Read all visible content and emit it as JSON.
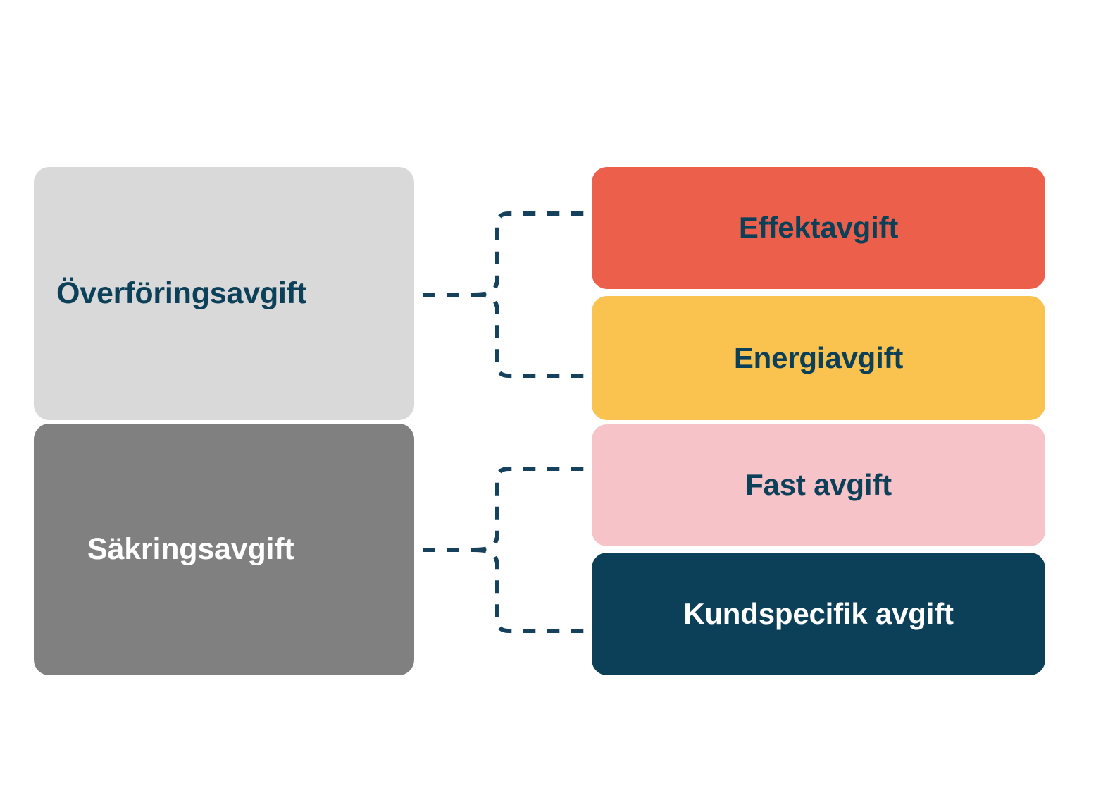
{
  "diagram": {
    "title_text": "",
    "background_color": "#ffffff",
    "connector_color": "#15415c",
    "connector_style": "dashed",
    "parents": [
      {
        "id": "overforingsavgift",
        "label": "Överföringsavgift",
        "fill_color": "#d9d9d9",
        "text_color": "#0c3f58"
      },
      {
        "id": "sakringsavgift",
        "label": "Säkringsavgift",
        "fill_color": "#808080",
        "text_color": "#ffffff"
      }
    ],
    "children": [
      {
        "id": "effektavgift",
        "label": "Effektavgift",
        "fill_color": "#ec604b",
        "text_color": "#0c3f58",
        "parent": "overforingsavgift"
      },
      {
        "id": "energiavgift",
        "label": "Energiavgift",
        "fill_color": "#fac24e",
        "text_color": "#0c3f58",
        "parent": "overforingsavgift"
      },
      {
        "id": "fast-avgift",
        "label": "Fast avgift",
        "fill_color": "#f6c3c9",
        "text_color": "#0c3f58",
        "parent": "sakringsavgift"
      },
      {
        "id": "kundspecifik-avgift",
        "label": "Kundspecifik avgift",
        "fill_color": "#0c3f58",
        "text_color": "#ffffff",
        "parent": "sakringsavgift"
      }
    ]
  }
}
